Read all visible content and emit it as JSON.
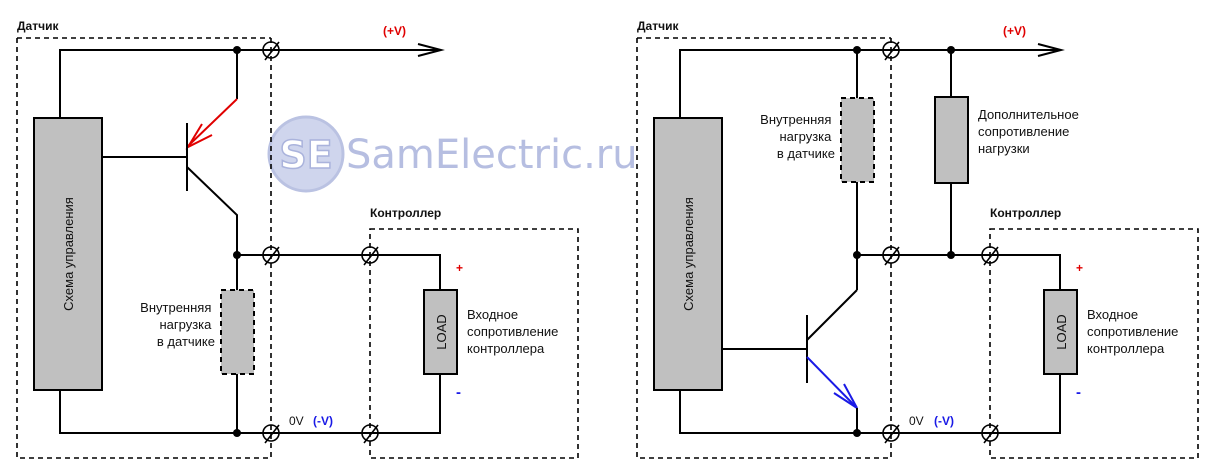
{
  "watermark": {
    "logo": "SE",
    "text": "SamElectric.ru"
  },
  "colors": {
    "positive": "#e00000",
    "negative": "#1a1ae6",
    "block_fill": "#c0c0c0",
    "watermark": "#aab3dc"
  },
  "diagrams": [
    {
      "id": "pnp",
      "sensor_title": "Датчик",
      "control_block": "Схема управления",
      "internal_load": [
        "Внутренняя",
        "нагрузка",
        "в датчике"
      ],
      "plus_rail": "(+V)",
      "zero_label": "0V",
      "minus_rail": "(-V)",
      "transistor_arrow_color": "#e00000",
      "controller": {
        "title": "Контроллер",
        "load": "LOAD",
        "plus": "+",
        "minus": "-",
        "load_desc": [
          "Входное",
          "сопротивление",
          "контроллера"
        ]
      }
    },
    {
      "id": "npn",
      "sensor_title": "Датчик",
      "control_block": "Схема управления",
      "internal_load": [
        "Внутренняя",
        "нагрузка",
        "в датчике"
      ],
      "extra_load": [
        "Дополнительное",
        "сопротивление",
        "нагрузки"
      ],
      "plus_rail": "(+V)",
      "zero_label": "0V",
      "minus_rail": "(-V)",
      "transistor_arrow_color": "#1a1ae6",
      "controller": {
        "title": "Контроллер",
        "load": "LOAD",
        "plus": "+",
        "minus": "-",
        "load_desc": [
          "Входное",
          "сопротивление",
          "контроллера"
        ]
      }
    }
  ]
}
